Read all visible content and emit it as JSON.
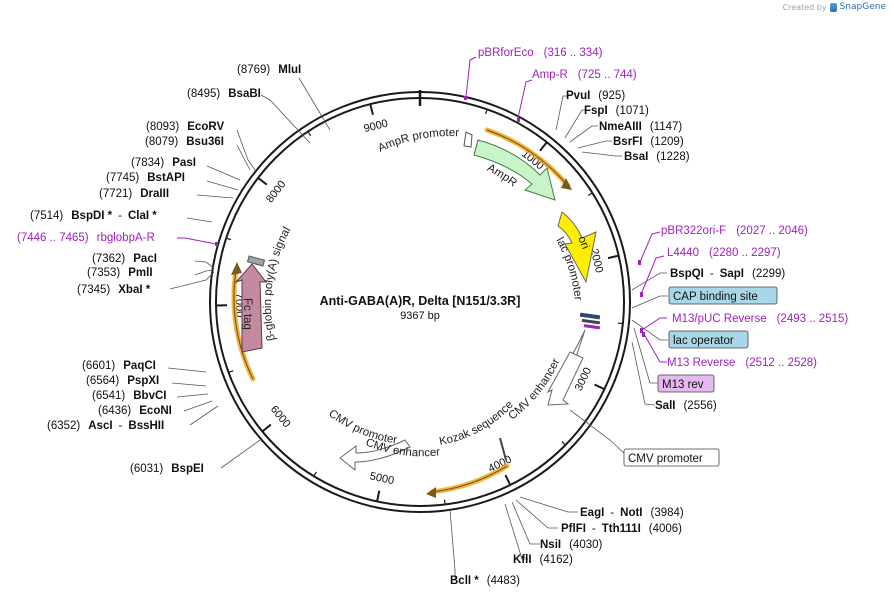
{
  "credit": {
    "prefix": "Created by",
    "brand": "SnapGene"
  },
  "plasmid": {
    "name": "Anti-GABA(A)R, Delta [N151/3.3R]",
    "size_label": "9367 bp",
    "length": 9367
  },
  "ticks": [
    {
      "bp": 1000,
      "label": "1000"
    },
    {
      "bp": 2000,
      "label": "2000"
    },
    {
      "bp": 3000,
      "label": "3000"
    },
    {
      "bp": 4000,
      "label": "4000"
    },
    {
      "bp": 5000,
      "label": "5000"
    },
    {
      "bp": 6000,
      "label": "6000"
    },
    {
      "bp": 7000,
      "label": "7000"
    },
    {
      "bp": 8000,
      "label": "8000"
    },
    {
      "bp": 9000,
      "label": "9000"
    }
  ],
  "enzymes": [
    {
      "name": "MluI",
      "pos": "(8769)"
    },
    {
      "name": "BsaBI",
      "pos": "(8495)"
    },
    {
      "name": "EcoRV",
      "pos": "(8093)"
    },
    {
      "name": "Bsu36I",
      "pos": "(8079)"
    },
    {
      "name": "PasI",
      "pos": "(7834)"
    },
    {
      "name": "BstAPI",
      "pos": "(7745)"
    },
    {
      "name": "DraIII",
      "pos": "(7721)"
    },
    {
      "name": "BspDI *",
      "name2": "ClaI *",
      "pos": "(7514)"
    },
    {
      "name": "PacI",
      "pos": "(7362)"
    },
    {
      "name": "PmlI",
      "pos": "(7353)"
    },
    {
      "name": "XbaI *",
      "pos": "(7345)"
    },
    {
      "name": "PaqCI",
      "pos": "(6601)"
    },
    {
      "name": "PspXI",
      "pos": "(6564)"
    },
    {
      "name": "BbvCI",
      "pos": "(6541)"
    },
    {
      "name": "EcoNI",
      "pos": "(6436)"
    },
    {
      "name": "AscI",
      "name2": "BssHII",
      "pos": "(6352)"
    },
    {
      "name": "BspEI",
      "pos": "(6031)"
    },
    {
      "name": "PvuI",
      "pos": "(925)"
    },
    {
      "name": "FspI",
      "pos": "(1071)"
    },
    {
      "name": "NmeAIII",
      "pos": "(1147)"
    },
    {
      "name": "BsrFI",
      "pos": "(1209)"
    },
    {
      "name": "BsaI",
      "pos": "(1228)"
    },
    {
      "name": "BspQI",
      "name2": "SapI",
      "pos": "(2299)"
    },
    {
      "name": "SalI",
      "pos": "(2556)"
    },
    {
      "name": "EagI",
      "name2": "NotI",
      "pos": "(3984)"
    },
    {
      "name": "PflFI",
      "name2": "Tth111I",
      "pos": "(4006)"
    },
    {
      "name": "NsiI",
      "pos": "(4030)"
    },
    {
      "name": "KflI",
      "pos": "(4162)"
    },
    {
      "name": "BclI *",
      "pos": "(4483)"
    }
  ],
  "primers": [
    {
      "name": "pBRforEco",
      "range": "(316 .. 334)"
    },
    {
      "name": "Amp-R",
      "range": "(725 .. 744)"
    },
    {
      "name": "pBR322ori-F",
      "range": "(2027 .. 2046)"
    },
    {
      "name": "L4440",
      "range": "(2280 .. 2297)"
    },
    {
      "name": "M13/pUC Reverse",
      "range": "(2493 .. 2515)"
    },
    {
      "name": "M13 Reverse",
      "range": "(2512 .. 2528)"
    },
    {
      "name": "rbglobpA-R",
      "range": "(7446 .. 7465)"
    }
  ],
  "boxed_features": [
    {
      "name": "CAP binding site"
    },
    {
      "name": "lac operator"
    },
    {
      "name": "M13 rev"
    },
    {
      "name": "CMV promoter"
    }
  ],
  "features": [
    {
      "name": "AmpR promoter"
    },
    {
      "name": "AmpR"
    },
    {
      "name": "ori"
    },
    {
      "name": "lac promoter"
    },
    {
      "name": "CMV enhancer"
    },
    {
      "name": "Kozak sequence"
    },
    {
      "name": "CMV promoter"
    },
    {
      "name": "CMV enhancer"
    },
    {
      "name": "Fc tag"
    },
    {
      "name": "β-globin poly(A) signal"
    }
  ],
  "colors": {
    "backbone": "#1a1a1a",
    "primer": "#a020c0",
    "ampr": "#c8f5c8",
    "ori": "#ffee00",
    "fc_tag": "#c48aa2",
    "orf_arc": "#f0a820",
    "cap_box": "#a8d8e8",
    "m13rev_box": "#e6b8f0"
  }
}
